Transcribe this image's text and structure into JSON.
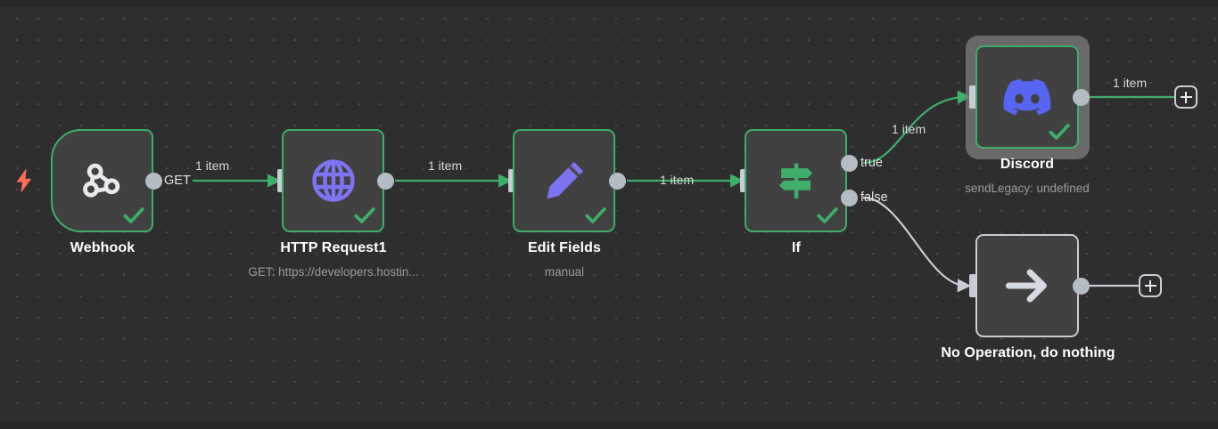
{
  "app": {
    "name": "n8n-workflow-canvas",
    "background_color": "#2e2e2e",
    "accent_success": "#3fae6a",
    "accent_trigger": "#ff6d5a",
    "accent_discord": "#5865f2",
    "accent_purple": "#7e74f2"
  },
  "nodes": [
    {
      "id": "webhook",
      "title": "Webhook",
      "subtitle": "",
      "icon": "webhook-icon",
      "kind": "trigger",
      "state": "success",
      "selected": false,
      "output_label": "GET"
    },
    {
      "id": "http-request-1",
      "title": "HTTP Request1",
      "subtitle": "GET: https://developers.hostin...",
      "icon": "globe-icon",
      "kind": "action",
      "state": "success",
      "selected": false,
      "output_label": ""
    },
    {
      "id": "edit-fields",
      "title": "Edit Fields",
      "subtitle": "manual",
      "icon": "pencil-icon",
      "kind": "action",
      "state": "success",
      "selected": false,
      "output_label": ""
    },
    {
      "id": "if",
      "title": "If",
      "subtitle": "",
      "icon": "signpost-icon",
      "kind": "branch",
      "state": "success",
      "selected": false,
      "output_label_true": "true",
      "output_label_false": "false"
    },
    {
      "id": "discord",
      "title": "Discord",
      "subtitle": "sendLegacy: undefined",
      "icon": "discord-icon",
      "kind": "action",
      "state": "success",
      "selected": true,
      "output_label": ""
    },
    {
      "id": "no-op",
      "title": "No Operation, do nothing",
      "subtitle": "",
      "icon": "arrow-right-icon",
      "kind": "action",
      "state": "idle",
      "selected": false,
      "output_label": ""
    }
  ],
  "connections": [
    {
      "id": "webhook-to-http",
      "from": "webhook",
      "to": "http-request-1",
      "label": "1 item",
      "status": "success"
    },
    {
      "id": "http-to-edit",
      "from": "http-request-1",
      "to": "edit-fields",
      "label": "1 item",
      "status": "success"
    },
    {
      "id": "edit-to-if",
      "from": "edit-fields",
      "to": "if",
      "label": "1 item",
      "status": "success"
    },
    {
      "id": "if-true-to-discord",
      "from": "if",
      "to": "discord",
      "label": "1 item",
      "status": "success"
    },
    {
      "id": "if-false-to-noop",
      "from": "if",
      "to": "no-op",
      "label": "",
      "status": "idle"
    }
  ],
  "add_buttons": [
    {
      "id": "add-after-discord",
      "label": "+"
    },
    {
      "id": "add-after-noop",
      "label": "+"
    }
  ]
}
